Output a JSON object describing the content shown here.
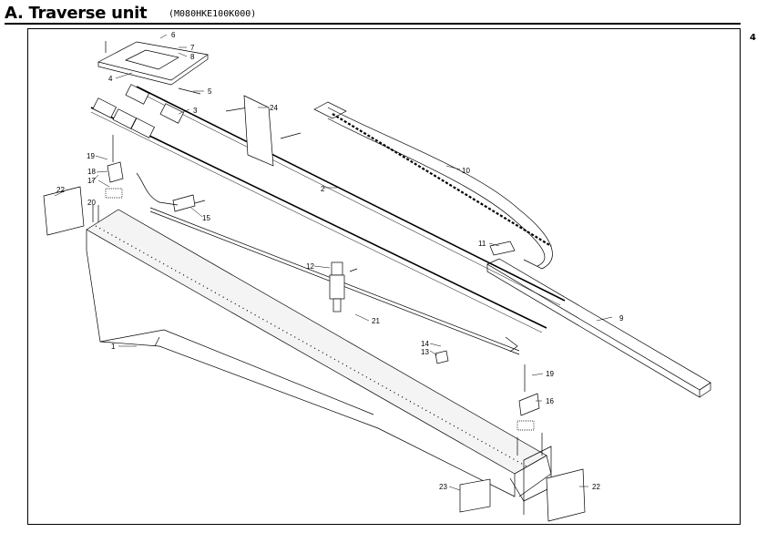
{
  "header": {
    "title": "A. Traverse unit",
    "model_code": "(M080HKE100K000)",
    "page_number": "4"
  },
  "diagram": {
    "part_callouts": [
      "1",
      "2",
      "3",
      "4",
      "5",
      "6",
      "7",
      "8",
      "9",
      "10",
      "11",
      "12",
      "13",
      "14",
      "15",
      "16",
      "17",
      "18",
      "19",
      "19",
      "20",
      "21",
      "22",
      "22",
      "23",
      "24"
    ]
  }
}
